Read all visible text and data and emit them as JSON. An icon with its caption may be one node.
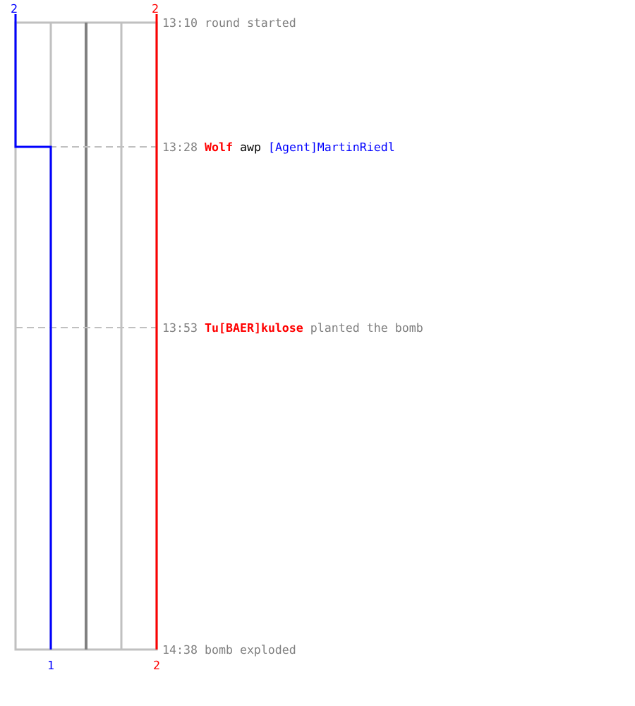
{
  "diagram": {
    "labels": [
      "2",
      "2",
      "13:10 round started",
      "13:28",
      "Wolf",
      "awp",
      "[Agent]MartinRiedl",
      "13:53",
      "Tu[BAER]kulose",
      "planted the bomb",
      "14:38 bomb exploded",
      "1",
      "2"
    ]
  }
}
